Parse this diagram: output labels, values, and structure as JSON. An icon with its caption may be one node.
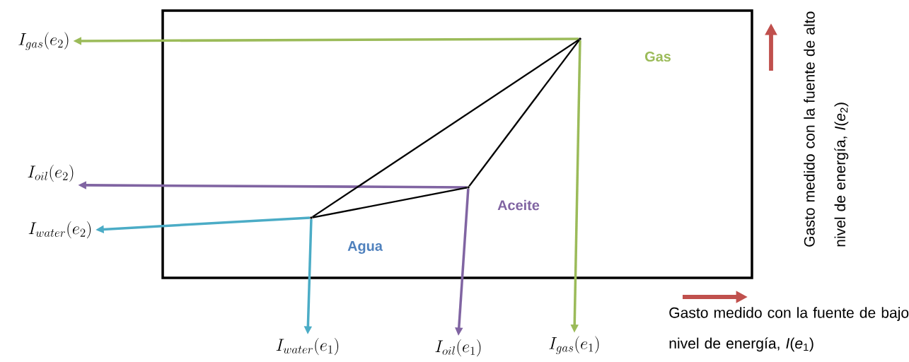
{
  "diagram": {
    "nodes": [
      {
        "text": [],
        "shape": "point"
      },
      {
        "text": [],
        "shape": "point"
      },
      {
        "text": [],
        "shape": "point"
      },
      {
        "text": [
          "I_{gas}(e_2)"
        ]
      },
      {
        "text": [
          "I_{oil}(e_2)"
        ]
      },
      {
        "text": [
          "I_{water}(e_2)"
        ]
      },
      {
        "text": [
          "I_{water}(e_1)"
        ]
      },
      {
        "text": [
          "I_{oil}(e_1)"
        ]
      },
      {
        "text": [
          "I_{gas}(e_1)"
        ]
      }
    ],
    "edges": [
      {
        "from": 0,
        "to": 3,
        "arrow": "to",
        "color": "#9bbb59"
      },
      {
        "from": 0,
        "to": 8,
        "arrow": "to",
        "color": "#9bbb59"
      },
      {
        "from": 1,
        "to": 4,
        "arrow": "to",
        "color": "#8064a2"
      },
      {
        "from": 1,
        "to": 7,
        "arrow": "to",
        "color": "#8064a2"
      },
      {
        "from": 2,
        "to": 5,
        "arrow": "to",
        "color": "#4bacc6"
      },
      {
        "from": 2,
        "to": 6,
        "arrow": "to",
        "color": "#4bacc6"
      },
      {
        "from": 0,
        "to": 1,
        "arrow": "none"
      },
      {
        "from": 1,
        "to": 2,
        "arrow": "none"
      },
      {
        "from": 0,
        "to": 2,
        "arrow": "none"
      }
    ],
    "labels": [
      "Gas",
      "Aceite",
      "Agua",
      "Gasto medido con la fuente de alto nivel de energía, *I*(*e*$_{2}$)",
      "Gasto medido con la fuente de bajo nivel de energía, *I*(*e*$_{1}$)"
    ]
  }
}
